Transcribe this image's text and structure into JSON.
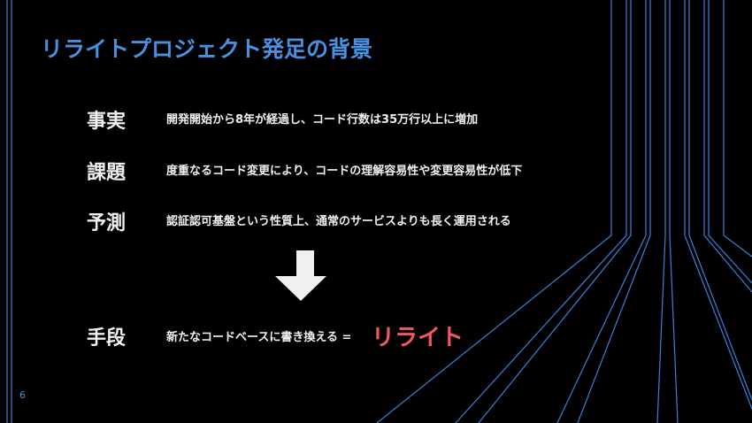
{
  "slide": {
    "title": "リライトプロジェクト発足の背景",
    "rows": [
      {
        "label": "事実",
        "text": "開発開始から8年が経過し、コード行数は35万行以上に増加"
      },
      {
        "label": "課題",
        "text": "度重なるコード変更により、コードの理解容易性や変更容易性が低下"
      },
      {
        "label": "予測",
        "text": "認証認可基盤という性質上、通常のサービスよりも長く運用される"
      }
    ],
    "conclusion": {
      "label": "手段",
      "text": "新たなコードベースに書き換える =",
      "accent": "リライト"
    },
    "page_number": "6"
  },
  "colors": {
    "accent_blue": "#4a90e2",
    "accent_red": "#f05a5a",
    "text": "#f0f0f0",
    "background": "#000000"
  }
}
